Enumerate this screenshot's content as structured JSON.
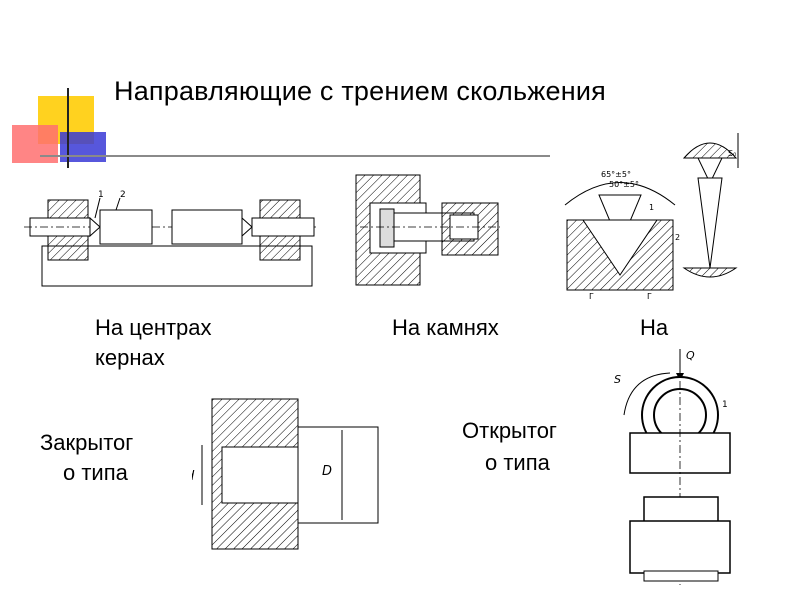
{
  "slide": {
    "title": "Направляющие с трением скольжения",
    "colors": {
      "yellow": "#ffd21f",
      "red": "#ff6e6e",
      "blue": "#3a3ad6",
      "rule": "#8a8a8a"
    }
  },
  "captions": {
    "centers_line1": "На центрах",
    "centers_line2": "кернах",
    "stones": "На камнях",
    "third": "На",
    "closed_line1": "Закрытог",
    "closed_line2": "о типа",
    "open_line1": "Открытог",
    "open_line2": "о типа"
  },
  "drawing_labels": {
    "fig1_part1": "1",
    "fig1_part2": "2",
    "fig3_angle1": "65°±5°",
    "fig3_angle2": "50°±5°",
    "fig3_part1": "1",
    "fig3_part2": "2",
    "fig3_r1": "Г",
    "fig3_r2": "Г",
    "fig3_s": "S₀",
    "fig4_d": "d",
    "fig4_D": "D",
    "fig5_Q": "Q",
    "fig5_S": "S",
    "fig5_part1": "1"
  }
}
